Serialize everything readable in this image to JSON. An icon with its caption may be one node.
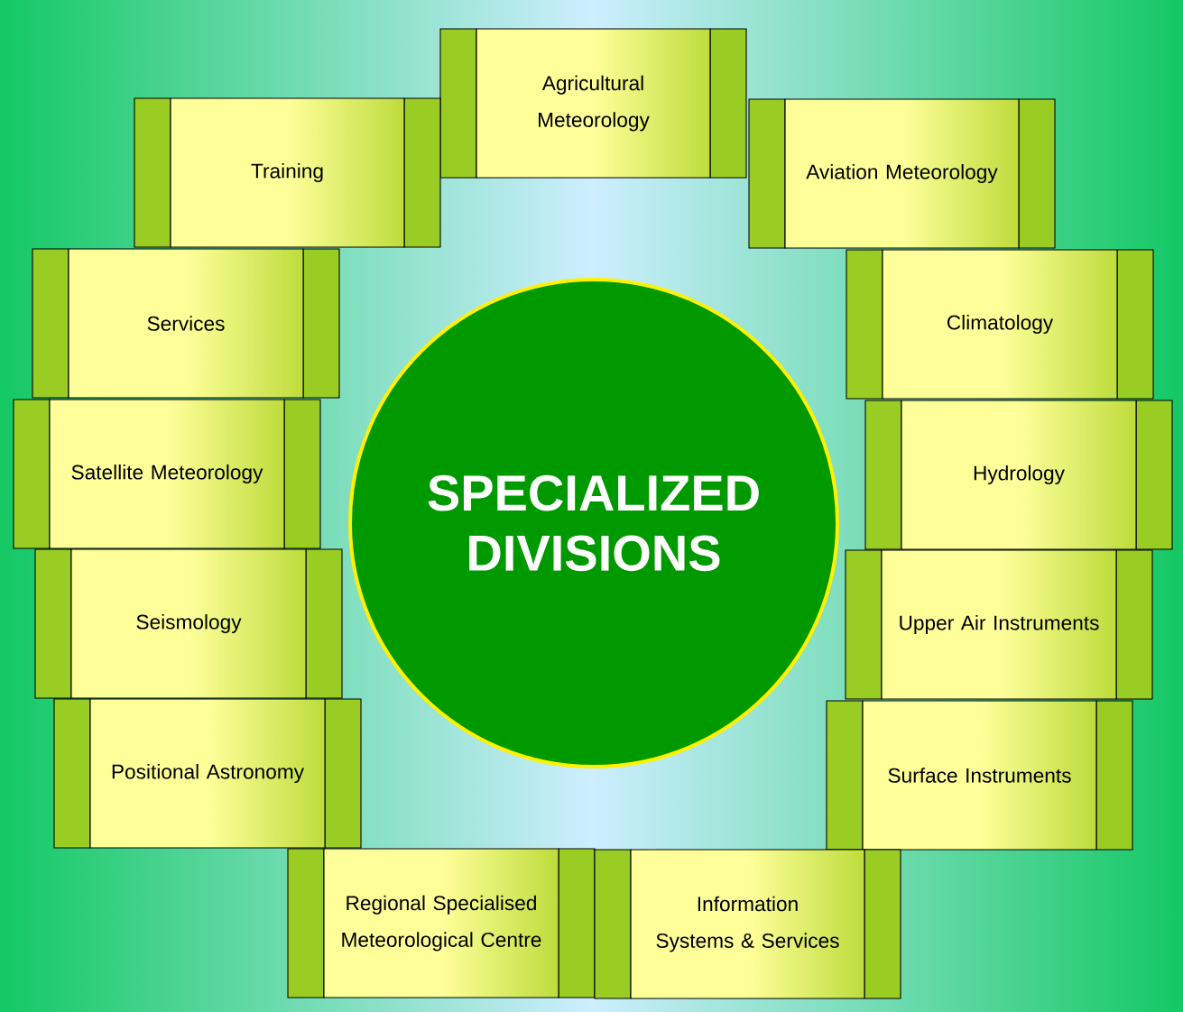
{
  "diagram": {
    "nodes": [
      {
        "text": [
          "SPECIALIZED DIVISIONS"
        ]
      },
      {
        "text": [
          "Agricultural Meteorology"
        ]
      },
      {
        "text": [
          "Training"
        ]
      },
      {
        "text": [
          "Aviation Meteorology"
        ]
      },
      {
        "text": [
          "Services"
        ]
      },
      {
        "text": [
          "Climatology"
        ]
      },
      {
        "text": [
          "Satellite Meteorology"
        ]
      },
      {
        "text": [
          "Hydrology"
        ]
      },
      {
        "text": [
          "Seismology"
        ]
      },
      {
        "text": [
          "Upper Air Instruments"
        ]
      },
      {
        "text": [
          "Positional Astronomy"
        ]
      },
      {
        "text": [
          "Surface Instruments"
        ]
      },
      {
        "text": [
          "Regional Specialised Meteorological Centre"
        ]
      },
      {
        "text": [
          "Information Systems & Services"
        ]
      }
    ]
  }
}
